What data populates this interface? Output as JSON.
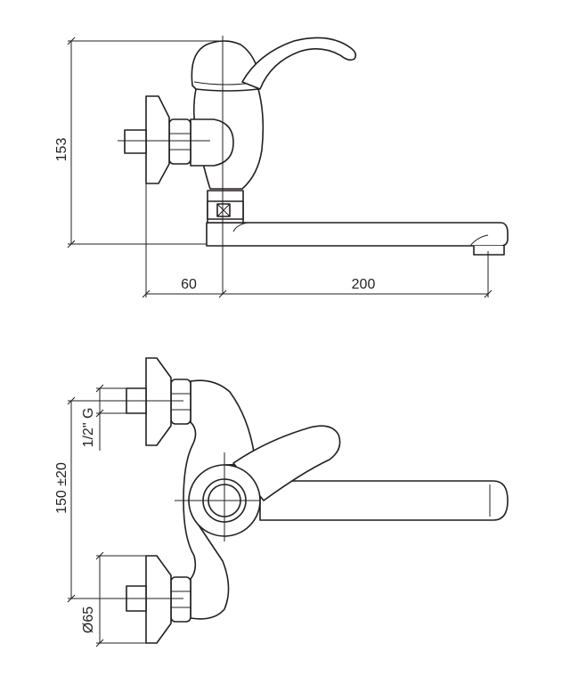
{
  "drawing": {
    "subject": "wall-mounted single lever faucet",
    "colors": {
      "line": "#231f20",
      "background": "#ffffff"
    },
    "dimensions": {
      "height": "153",
      "offset": "60",
      "spout_reach": "200",
      "inlet_spacing": "150 ±20",
      "thread": "1/2\" G",
      "flange_diameter": "Ø65"
    }
  }
}
